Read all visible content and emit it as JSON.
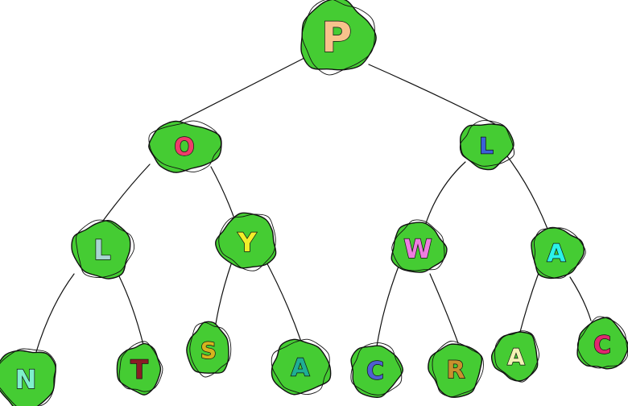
{
  "colors": {
    "node_fill": "#45cc33",
    "outline": "#111111",
    "background": "#ffffff"
  },
  "tree": {
    "nodes": [
      {
        "id": "n0",
        "letter": "P",
        "color": "#f7c28c"
      },
      {
        "id": "n1",
        "letter": "O",
        "color": "#ee3d6a"
      },
      {
        "id": "n2",
        "letter": "L",
        "color": "#3b5fd8"
      },
      {
        "id": "n3",
        "letter": "L",
        "color": "#a8d6d2"
      },
      {
        "id": "n4",
        "letter": "Y",
        "color": "#f2ee2a"
      },
      {
        "id": "n5",
        "letter": "W",
        "color": "#ee7de0"
      },
      {
        "id": "n6",
        "letter": "A",
        "color": "#2bf2e8"
      },
      {
        "id": "n7",
        "letter": "N",
        "color": "#7ff0cc"
      },
      {
        "id": "n8",
        "letter": "T",
        "color": "#8a1d25"
      },
      {
        "id": "n9",
        "letter": "S",
        "color": "#d6b41e"
      },
      {
        "id": "n10",
        "letter": "A",
        "color": "#1fae94"
      },
      {
        "id": "n11",
        "letter": "C",
        "color": "#4f5fd0"
      },
      {
        "id": "n12",
        "letter": "R",
        "color": "#c9912e"
      },
      {
        "id": "n13",
        "letter": "A",
        "color": "#f2f2b4"
      },
      {
        "id": "n14",
        "letter": "C",
        "color": "#e0276e"
      }
    ],
    "edges": [
      [
        "n0",
        "n1"
      ],
      [
        "n0",
        "n2"
      ],
      [
        "n1",
        "n3"
      ],
      [
        "n1",
        "n4"
      ],
      [
        "n2",
        "n5"
      ],
      [
        "n2",
        "n6"
      ],
      [
        "n3",
        "n7"
      ],
      [
        "n3",
        "n8"
      ],
      [
        "n4",
        "n9"
      ],
      [
        "n4",
        "n10"
      ],
      [
        "n5",
        "n11"
      ],
      [
        "n5",
        "n12"
      ],
      [
        "n6",
        "n13"
      ],
      [
        "n6",
        "n14"
      ]
    ]
  }
}
